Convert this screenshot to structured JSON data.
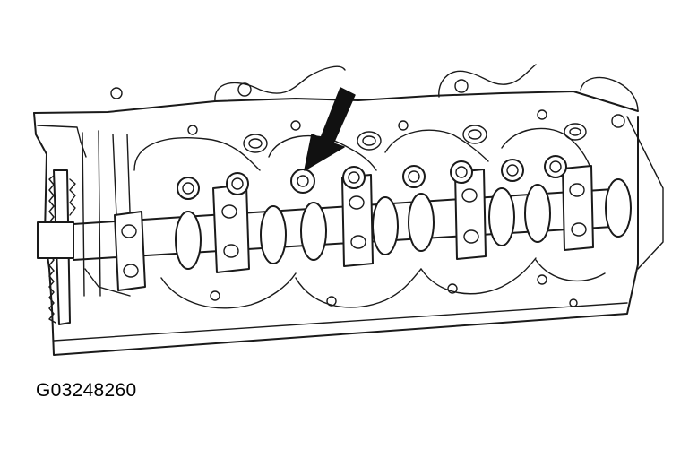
{
  "figure": {
    "id_label": "G03248260",
    "subject": "cylinder-head-camshaft-assembly",
    "callout": "arrow-pointing-to-bearing-cap-bolt"
  },
  "colors": {
    "background": "#ffffff",
    "line": "#1a1a1a"
  }
}
